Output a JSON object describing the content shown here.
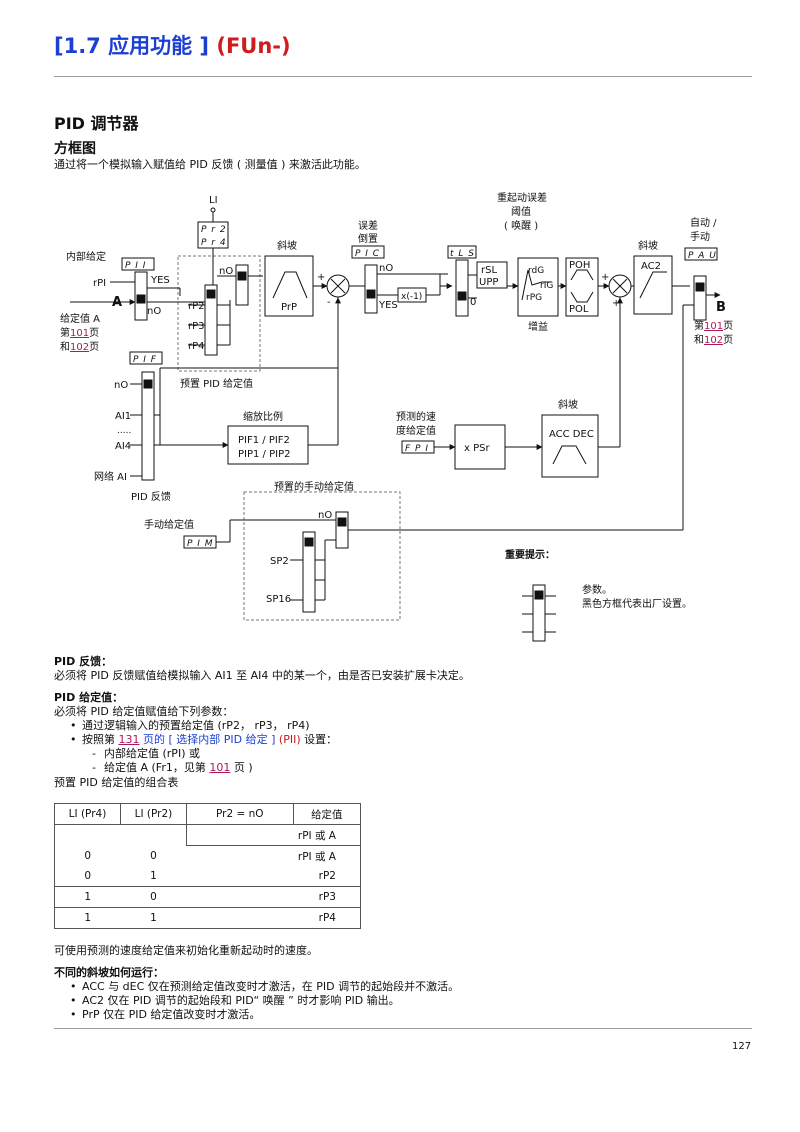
{
  "header": {
    "title_blue": "[1.7 应用功能 ]",
    "title_red": "(FUn-)"
  },
  "section_title": "PID 调节器",
  "subsection_title": "方框图",
  "intro_text": "通过将一个模拟输入赋值给 PID 反馈 ( 测量值 ) 来激活此功能。",
  "diagram": {
    "labels": {
      "li": "LI",
      "internal_ref": "内部给定",
      "rpi": "rPI",
      "yes1": "YES",
      "no1": "nO",
      "a": "A",
      "ref_a": "给定值 A",
      "page_pre": "第",
      "page_101": "101",
      "page_suf": "页",
      "and_pre": "和",
      "page_102": "102",
      "no2": "nO",
      "rp2": "rP2",
      "rp3": "rP3",
      "rp4": "rP4",
      "preset_pid_ref": "预置 PID 给定值",
      "ramp1": "斜坡",
      "prp": "PrP",
      "plus1": "+",
      "minus1": "-",
      "error_invert_1": "误差",
      "error_invert_2": "倒置",
      "no3": "nO",
      "yes2": "YES",
      "xm1": "x(-1)",
      "restart_err_1": "重起动误差",
      "restart_err_2": "阈值",
      "restart_err_3": "( 唤醒 )",
      "rsl": "rSL",
      "upp": "UPP",
      "zero": "0",
      "rdg": "rdG",
      "rig": "rIG",
      "rpg": "rPG",
      "gain": "增益",
      "poh": "POH",
      "pol": "POL",
      "plus2": "+",
      "plus3": "+",
      "ramp2": "斜坡",
      "ac2": "AC2",
      "auto_man_1": "自动 /",
      "auto_man_2": "手动",
      "b": "B",
      "page_101b": "101",
      "page_102b": "102",
      "no4": "nO",
      "ai1": "AI1",
      "dots": ".....",
      "ai4": "AI4",
      "net_ai": "网络 AI",
      "pid_feedback": "PID 反馈",
      "scaling": "缩放比例",
      "pif": "PIF1 / PIF2",
      "pip": "PIP1 / PIP2",
      "pred_speed_1": "预测的速",
      "pred_speed_2": "度给定值",
      "xpsr": "x PSr",
      "ramp3": "斜坡",
      "acc_dec": "ACC DEC",
      "preset_manual": "预置的手动给定值",
      "no5": "nO",
      "manual_ref": "手动给定值",
      "sp2": "SP2",
      "sp16": "SP16",
      "important": "重要提示：",
      "legend_1": "参数。",
      "legend_2": "黑色方框代表出厂设置。"
    },
    "codes": {
      "pr2": "P r 2",
      "pr4": "P r 4",
      "pii": "P I I",
      "pic": "P I C",
      "tls": "t L S",
      "pau": "P A U",
      "pif": "P I F",
      "fpi": "F P I",
      "pim": "P I M"
    }
  },
  "pid_feedback_title": "PID 反馈：",
  "pid_feedback_text": "必须将 PID 反馈赋值给模拟输入 AI1 至 AI4 中的某一个，由是否已安装扩展卡决定。",
  "pid_ref_title": "PID 给定值：",
  "pid_ref_text": "必须将 PID 给定值赋值给下列参数：",
  "pid_ref_bullet_1": "通过逻辑输入的预置给定值 (rP2， rP3， rP4)",
  "pid_ref_bullet_2": {
    "pre": "按照第 ",
    "page": "131",
    "mid": " 页的 [ 选择内部 PID 给定 ] ",
    "code": "(PII)",
    "post": " 设置："
  },
  "pid_ref_dash_1": "内部给定值 (rPI) 或",
  "pid_ref_dash_2": {
    "pre": "给定值 A (Fr1，见第 ",
    "page": "101",
    "post": " 页 )"
  },
  "table_caption": "预置 PID 给定值的组合表",
  "table": {
    "headers": [
      "LI (Pr4)",
      "LI (Pr2)",
      "Pr2 = nO",
      "给定值"
    ],
    "rows": [
      [
        "",
        "",
        "",
        "rPI 或 A"
      ],
      [
        "0",
        "0",
        "",
        "rPI 或 A"
      ],
      [
        "0",
        "1",
        "",
        "rP2"
      ],
      [
        "1",
        "0",
        "",
        "rP3"
      ],
      [
        "1",
        "1",
        "",
        "rP4"
      ]
    ]
  },
  "speed_note": "可使用预测的速度给定值来初始化重新起动时的速度。",
  "ramps_title": "不同的斜坡如何运行：",
  "ramps_bullets": [
    "ACC 与 dEC 仅在预测给定值改变时才激活，在 PID 调节的起始段并不激活。",
    "AC2 仅在 PID 调节的起始段和 PID“ 唤醒 ” 时才影响 PID 输出。",
    "PrP 仅在 PID 给定值改变时才激活。"
  ],
  "page_number": "127"
}
